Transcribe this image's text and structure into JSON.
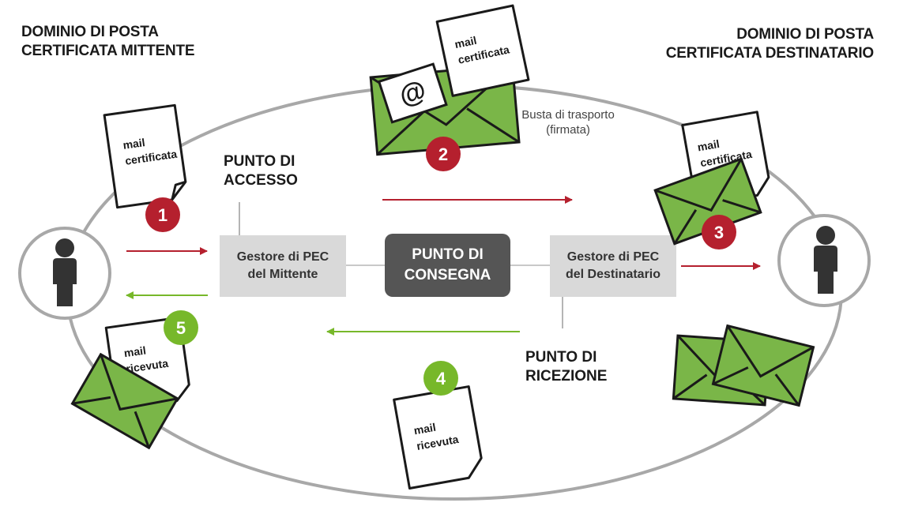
{
  "titles": {
    "sender_domain": [
      "DOMINIO DI POSTA",
      "CERTIFICATA MITTENTE"
    ],
    "recipient_domain": [
      "DOMINIO DI POSTA",
      "CERTIFICATA DESTINATARIO"
    ]
  },
  "points": {
    "access": [
      "PUNTO DI",
      "ACCESSO"
    ],
    "delivery": [
      "PUNTO DI",
      "CONSEGNA"
    ],
    "reception": [
      "PUNTO DI",
      "RICEZIONE"
    ]
  },
  "boxes": {
    "sender_provider": [
      "Gestore di PEC",
      "del Mittente"
    ],
    "recipient_provider": [
      "Gestore di PEC",
      "del Destinatario"
    ]
  },
  "envelope_caption": [
    "Busta di trasporto",
    "(firmata)"
  ],
  "documents": {
    "doc1": [
      "mail",
      "certificata"
    ],
    "doc2": [
      "mail",
      "certificata"
    ],
    "doc3": [
      "mail",
      "certificata"
    ],
    "doc4": [
      "mail",
      "ricevuta"
    ],
    "doc5": [
      "mail",
      "ricevuta"
    ]
  },
  "badges": [
    "1",
    "2",
    "3",
    "4",
    "5"
  ],
  "colors": {
    "red": "#b5202e",
    "green": "#77b82a",
    "envelope": "#7ab648",
    "gray_box": "#d9d9d9",
    "dark_box": "#555555",
    "ellipse": "#a8a8a8"
  },
  "icons": [
    "person-icon",
    "envelope-icon",
    "document-icon",
    "at-sign-icon"
  ]
}
